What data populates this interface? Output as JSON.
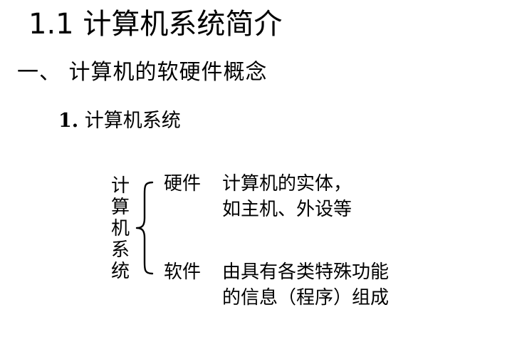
{
  "slide": {
    "title": "1.1 计算机系统简介",
    "section": "一、 计算机的软硬件概念",
    "subsection": {
      "number": "1.",
      "text": " 计算机系统"
    },
    "diagram": {
      "root": "计算机系统",
      "branches": [
        {
          "term": "硬件",
          "lines": [
            "计算机的实体，",
            "如主机、外设等"
          ]
        },
        {
          "term": "软件",
          "lines": [
            "由具有各类特殊功能",
            "的信息（程序）组成"
          ]
        }
      ]
    }
  }
}
